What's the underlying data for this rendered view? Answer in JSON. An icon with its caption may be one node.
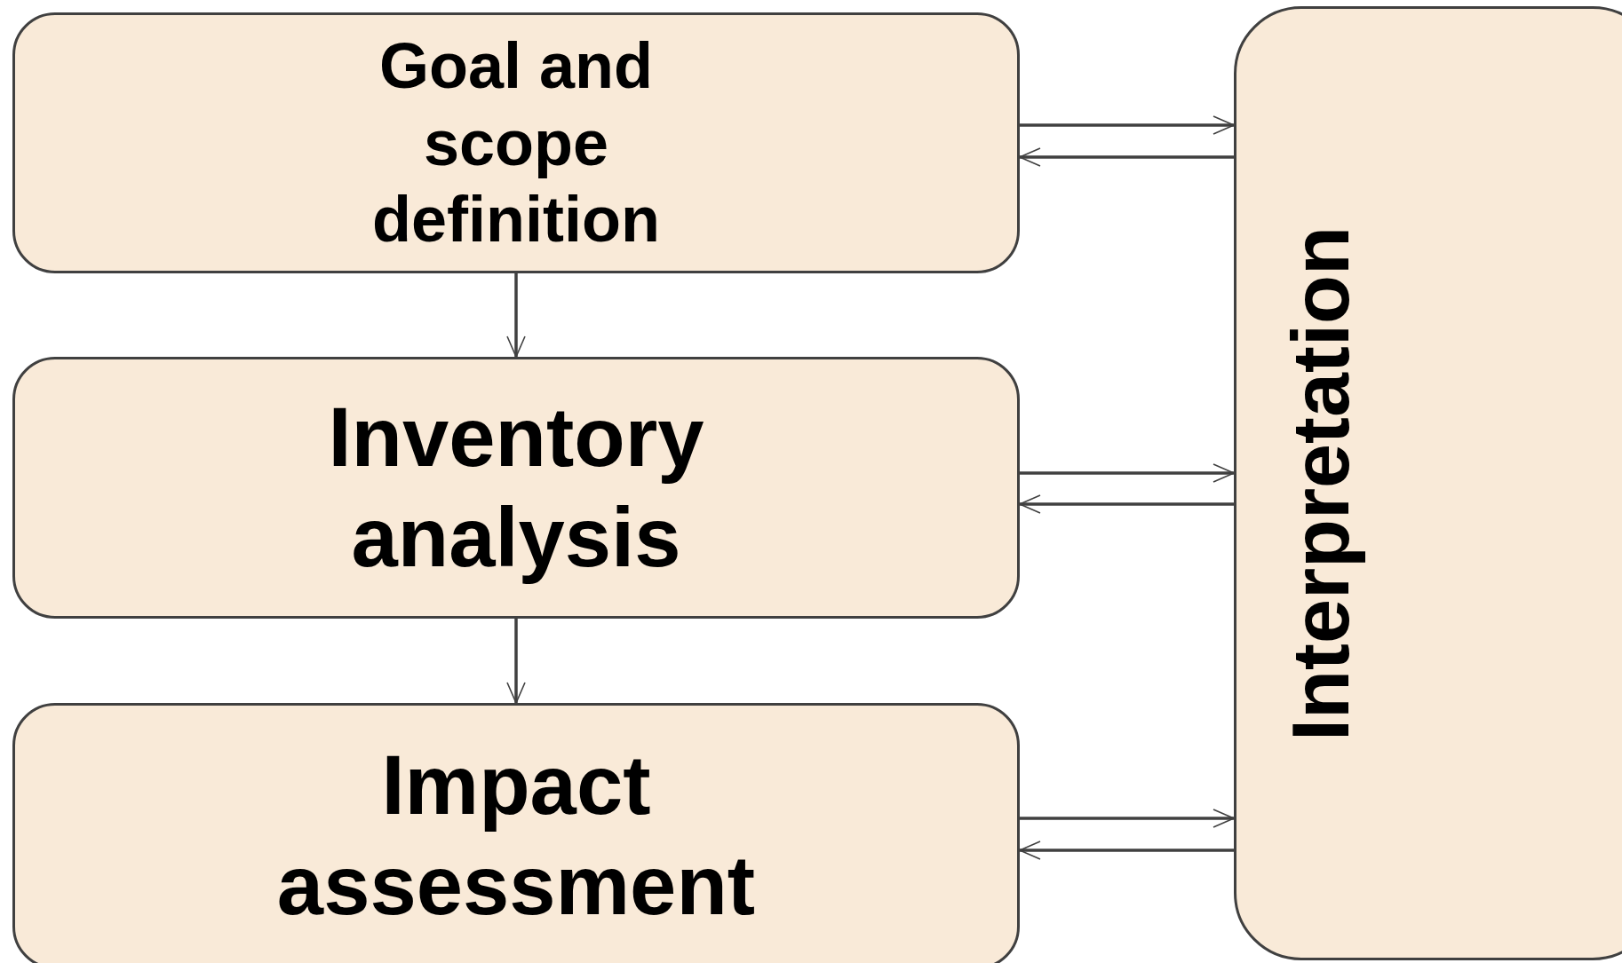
{
  "diagram": {
    "nodes": [
      {
        "text": [
          "Goal and scope definition"
        ]
      },
      {
        "text": [
          "Inventory analysis"
        ]
      },
      {
        "text": [
          "Impact assessment"
        ]
      },
      {
        "text": [
          "Interpretation"
        ]
      }
    ],
    "edges": [
      {
        "from": 0,
        "to": 1,
        "arrow": "to"
      },
      {
        "from": 1,
        "to": 2,
        "arrow": "to"
      },
      {
        "from": 0,
        "to": 3,
        "arrow": "to"
      },
      {
        "from": 3,
        "to": 0,
        "arrow": "to"
      },
      {
        "from": 1,
        "to": 3,
        "arrow": "to"
      },
      {
        "from": 3,
        "to": 1,
        "arrow": "to"
      },
      {
        "from": 2,
        "to": 3,
        "arrow": "to"
      },
      {
        "from": 3,
        "to": 2,
        "arrow": "to"
      }
    ]
  }
}
